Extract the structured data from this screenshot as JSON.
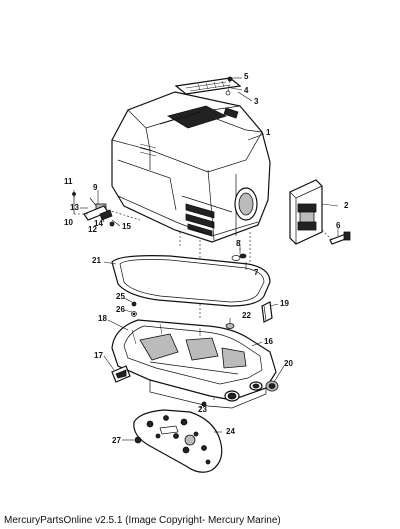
{
  "callouts": [
    "1",
    "2",
    "3",
    "4",
    "5",
    "6",
    "7",
    "8",
    "9",
    "10",
    "11",
    "12",
    "13",
    "14",
    "15",
    "16",
    "17",
    "18",
    "19",
    "20",
    "21",
    "22",
    "23",
    "24",
    "25",
    "26",
    "27"
  ],
  "footer": "MercuryPartsOnline v2.5.1 (Image Copyright- Mercury Marine)"
}
